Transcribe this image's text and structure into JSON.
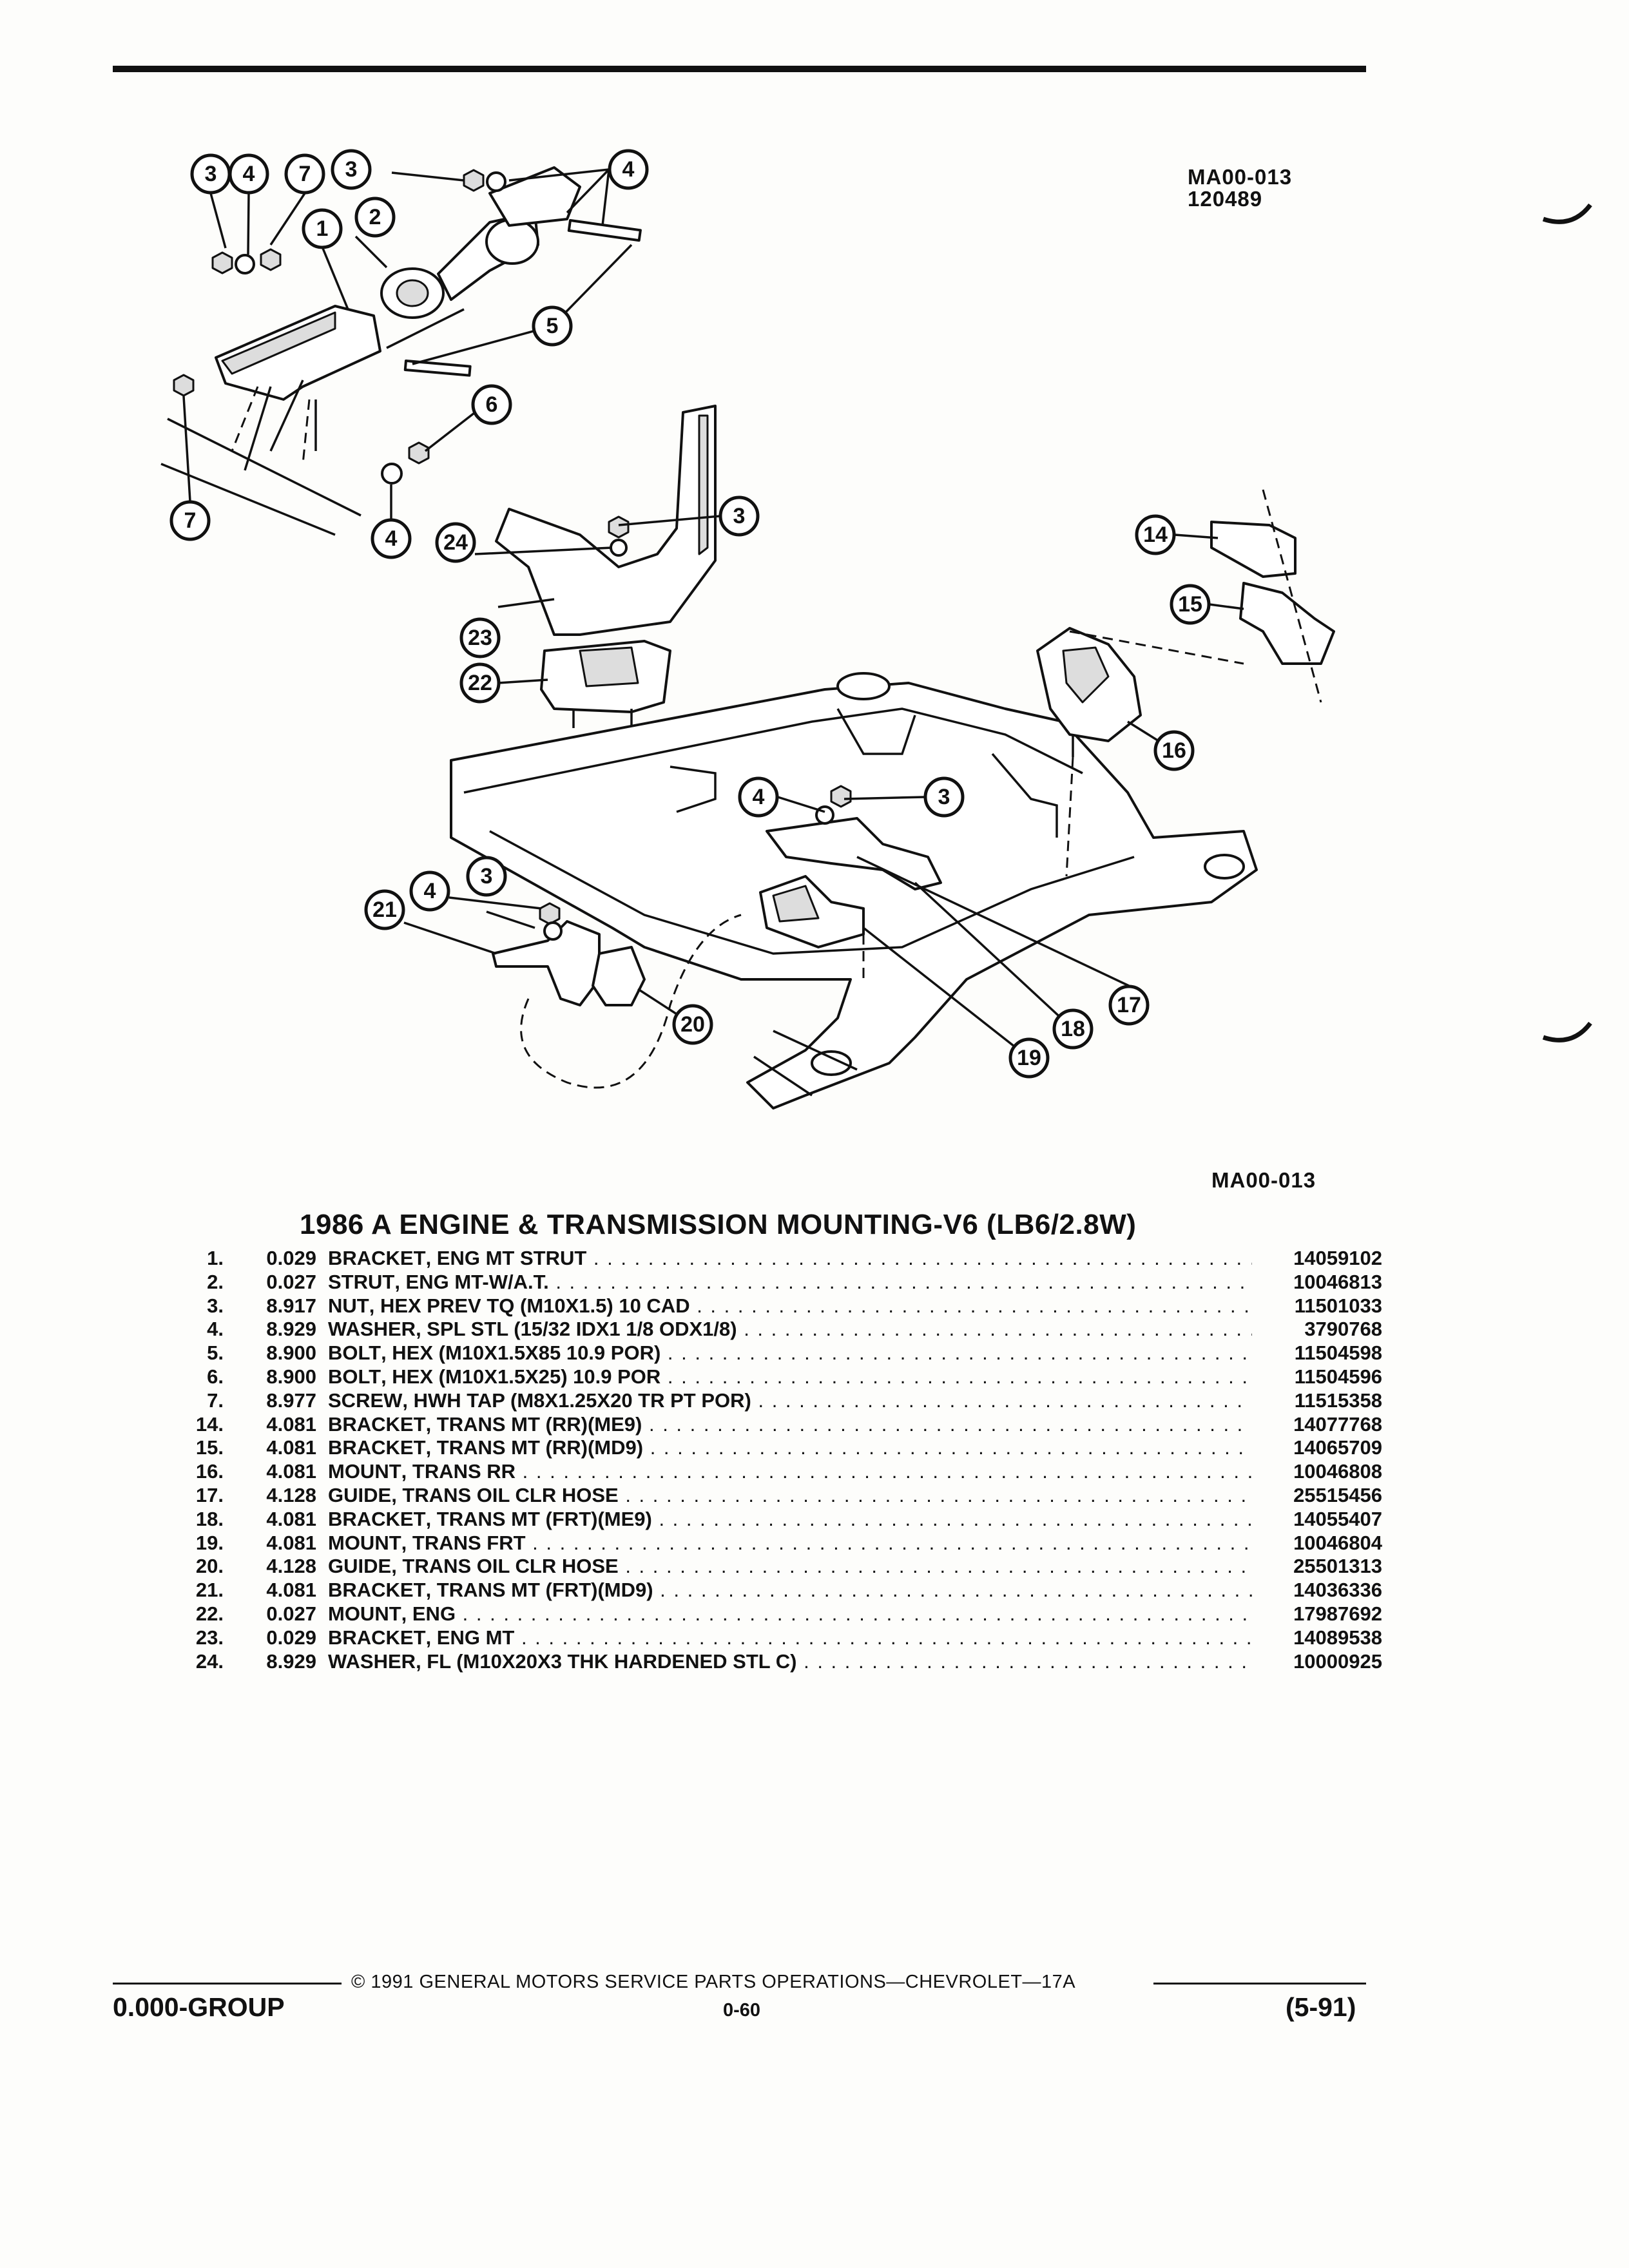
{
  "figure": {
    "code_top": "MA00-013",
    "date_top": "120489",
    "code_bottom": "MA00-013",
    "callouts": [
      "1",
      "2",
      "3",
      "4",
      "5",
      "6",
      "7",
      "14",
      "15",
      "16",
      "17",
      "18",
      "19",
      "20",
      "21",
      "22",
      "23",
      "24"
    ]
  },
  "table": {
    "title": "1986 A ENGINE & TRANSMISSION MOUNTING-V6 (LB6/2.8W)",
    "rows": [
      {
        "num": "1.",
        "code": "0.029",
        "name": "BRACKET",
        "desc": ", ENG MT STRUT",
        "part": "14059102"
      },
      {
        "num": "2.",
        "code": "0.027",
        "name": "STRUT",
        "desc": ", ENG MT-W/A.T.",
        "part": "10046813"
      },
      {
        "num": "3.",
        "code": "8.917",
        "name": "NUT",
        "desc": ", HEX PREV TQ (M10X1.5) 10 CAD",
        "part": "11501033"
      },
      {
        "num": "4.",
        "code": "8.929",
        "name": "WASHER",
        "desc": ", SPL STL (15/32 IDX1 1/8 ODX1/8)",
        "part": "3790768"
      },
      {
        "num": "5.",
        "code": "8.900",
        "name": "BOLT",
        "desc": ", HEX (M10X1.5X85 10.9 POR)",
        "part": "11504598"
      },
      {
        "num": "6.",
        "code": "8.900",
        "name": "BOLT",
        "desc": ", HEX (M10X1.5X25) 10.9 POR",
        "part": "11504596"
      },
      {
        "num": "7.",
        "code": "8.977",
        "name": "SCREW",
        "desc": ", HWH TAP (M8X1.25X20 TR PT POR)",
        "part": "11515358"
      },
      {
        "num": "14.",
        "code": "4.081",
        "name": "BRACKET",
        "desc": ", TRANS MT (RR)(ME9)",
        "part": "14077768"
      },
      {
        "num": "15.",
        "code": "4.081",
        "name": "BRACKET",
        "desc": ", TRANS MT (RR)(MD9)",
        "part": "14065709"
      },
      {
        "num": "16.",
        "code": "4.081",
        "name": "MOUNT",
        "desc": ", TRANS RR",
        "part": "10046808"
      },
      {
        "num": "17.",
        "code": "4.128",
        "name": "GUIDE",
        "desc": ", TRANS OIL CLR HOSE",
        "part": "25515456"
      },
      {
        "num": "18.",
        "code": "4.081",
        "name": "BRACKET",
        "desc": ", TRANS MT (FRT)(ME9)",
        "part": "14055407"
      },
      {
        "num": "19.",
        "code": "4.081",
        "name": "MOUNT",
        "desc": ", TRANS FRT",
        "part": "10046804"
      },
      {
        "num": "20.",
        "code": "4.128",
        "name": "GUIDE",
        "desc": ", TRANS OIL CLR HOSE",
        "part": "25501313"
      },
      {
        "num": "21.",
        "code": "4.081",
        "name": "BRACKET",
        "desc": ", TRANS MT (FRT)(MD9)",
        "part": "14036336"
      },
      {
        "num": "22.",
        "code": "0.027",
        "name": "MOUNT",
        "desc": ", ENG",
        "part": "17987692"
      },
      {
        "num": "23.",
        "code": "0.029",
        "name": "BRACKET",
        "desc": ", ENG MT",
        "part": "14089538"
      },
      {
        "num": "24.",
        "code": "8.929",
        "name": "WASHER",
        "desc": ", FL (M10X20X3 THK HARDENED STL C)",
        "part": "10000925"
      }
    ]
  },
  "footer": {
    "copyright": "© 1991 GENERAL MOTORS SERVICE PARTS OPERATIONS—CHEVROLET—17A",
    "group": "0.000-GROUP",
    "page": "0-60",
    "date": "(5-91)"
  }
}
